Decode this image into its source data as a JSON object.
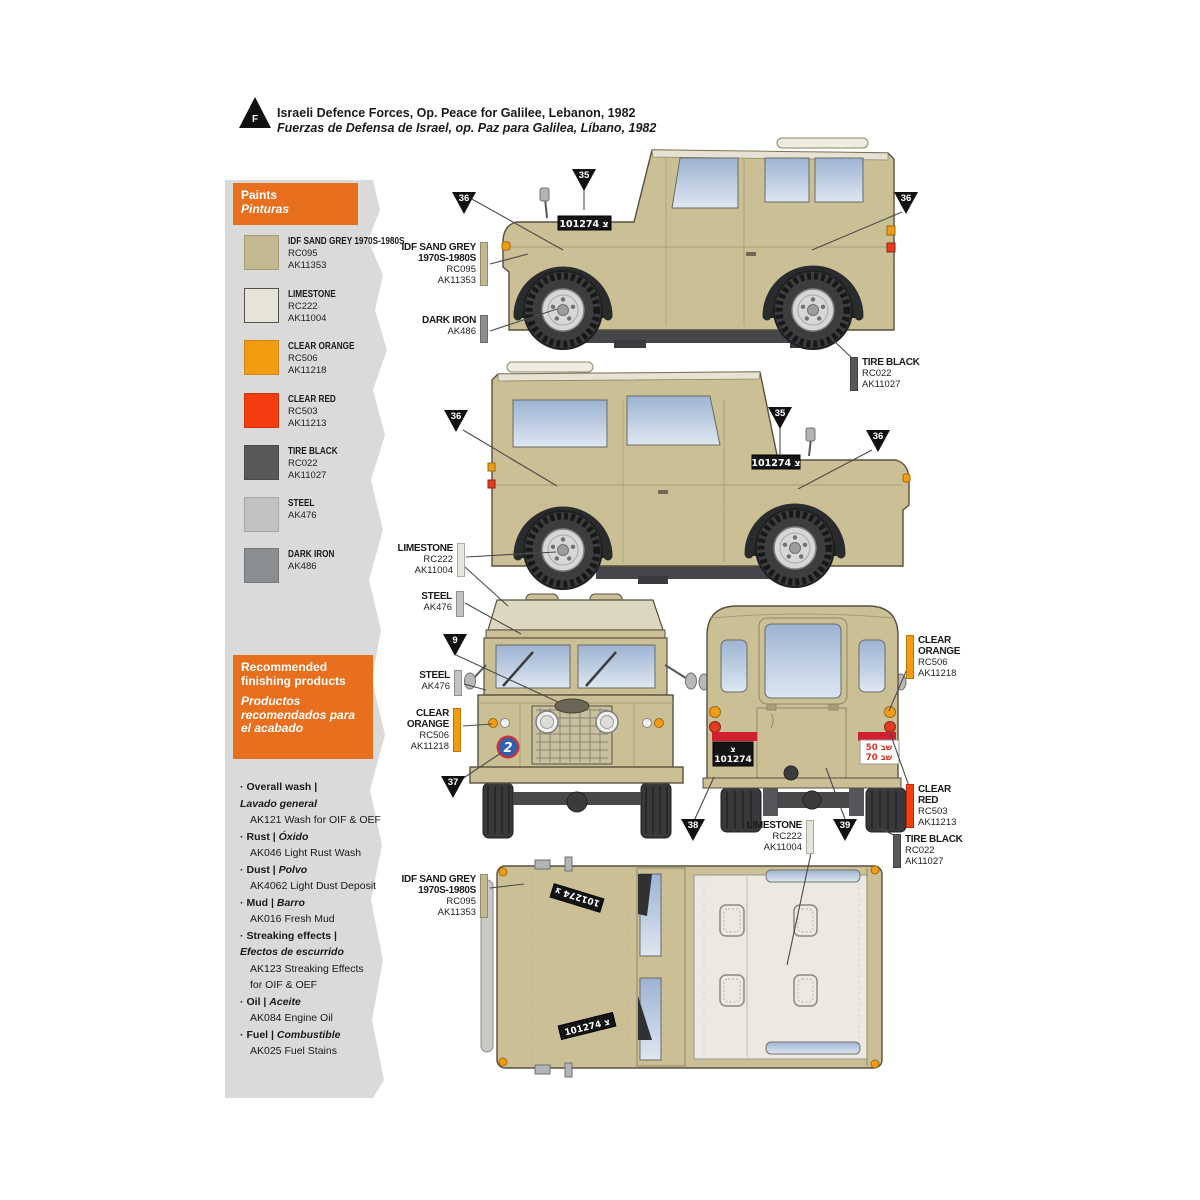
{
  "header": {
    "marker": "F",
    "title": "Israeli Defence Forces, Op. Peace for Galilee, Lebanon, 1982",
    "subtitle": "Fuerzas de Defensa de Israel, op. Paz para Galilea, Líbano, 1982"
  },
  "paints": {
    "title": "Paints",
    "title_es": "Pinturas",
    "items": [
      {
        "name": "IDF SAND GREY 1970S-1980S",
        "codes": [
          "RC095",
          "AK11353"
        ],
        "color": "#c3b890"
      },
      {
        "name": "LIMESTONE",
        "codes": [
          "RC222",
          "AK11004"
        ],
        "color": "#e6e3d9"
      },
      {
        "name": "CLEAR ORANGE",
        "codes": [
          "RC506",
          "AK11218"
        ],
        "color": "#f39c12"
      },
      {
        "name": "CLEAR RED",
        "codes": [
          "RC503",
          "AK11213"
        ],
        "color": "#f53d10"
      },
      {
        "name": "TIRE BLACK",
        "codes": [
          "RC022",
          "AK11027"
        ],
        "color": "#57585a"
      },
      {
        "name": "STEEL",
        "codes": [
          "AK476"
        ],
        "color": "#c0c2c4"
      },
      {
        "name": "DARK IRON",
        "codes": [
          "AK486"
        ],
        "color": "#8b8e91"
      }
    ]
  },
  "finishing": {
    "title": "Recommended finishing products",
    "title_es": "Productos recomendados para el acabado",
    "items": [
      {
        "en": "Overall wash |",
        "es": "Lavado general",
        "products": [
          "AK121 Wash for OIF & OEF"
        ]
      },
      {
        "en": "Rust |",
        "es": "Óxido",
        "products": [
          "AK046 Light Rust Wash"
        ]
      },
      {
        "en": "Dust |",
        "es": "Polvo",
        "products": [
          "AK4062 Light Dust Deposit"
        ]
      },
      {
        "en": "Mud |",
        "es": "Barro",
        "products": [
          "AK016 Fresh Mud"
        ]
      },
      {
        "en": "Streaking effects |",
        "es": "Efectos de escurrido",
        "products": [
          "AK123 Streaking Effects",
          "for OIF & OEF"
        ]
      },
      {
        "en": "Oil |",
        "es": "Aceite",
        "products": [
          "AK084 Engine Oil"
        ]
      },
      {
        "en": "Fuel |",
        "es": "Combustible",
        "products": [
          "AK025 Fuel Stains"
        ]
      }
    ]
  },
  "diagram": {
    "triangles": [
      "36",
      "35",
      "36",
      "36",
      "35",
      "36",
      "9",
      "37",
      "38",
      "39"
    ],
    "callouts": [
      {
        "name": [
          "IDF SAND GREY",
          "1970S-1980S"
        ],
        "codes": [
          "RC095",
          "AK11353"
        ],
        "color": "#c3b890"
      },
      {
        "name": [
          "DARK IRON"
        ],
        "codes": [
          "AK486"
        ],
        "color": "#8b8e91"
      },
      {
        "name": [
          "TIRE BLACK"
        ],
        "codes": [
          "RC022",
          "AK11027"
        ],
        "color": "#57585a"
      },
      {
        "name": [
          "LIMESTONE"
        ],
        "codes": [
          "RC222",
          "AK11004"
        ],
        "color": "#e6e3d9"
      },
      {
        "name": [
          "STEEL"
        ],
        "codes": [
          "AK476"
        ],
        "color": "#c0c2c4"
      },
      {
        "name": [
          "STEEL"
        ],
        "codes": [
          "AK476"
        ],
        "color": "#c0c2c4"
      },
      {
        "name": [
          "CLEAR",
          "ORANGE"
        ],
        "codes": [
          "RC506",
          "AK11218"
        ],
        "color": "#f39c12"
      },
      {
        "name": [
          "CLEAR",
          "ORANGE"
        ],
        "codes": [
          "RC506",
          "AK11218"
        ],
        "color": "#f39c12"
      },
      {
        "name": [
          "CLEAR",
          "RED"
        ],
        "codes": [
          "RC503",
          "AK11213"
        ],
        "color": "#f53d10"
      },
      {
        "name": [
          "TIRE BLACK"
        ],
        "codes": [
          "RC022",
          "AK11027"
        ],
        "color": "#57585a"
      },
      {
        "name": [
          "LIMESTONE"
        ],
        "codes": [
          "RC222",
          "AK11004"
        ],
        "color": "#e6e3d9"
      },
      {
        "name": [
          "IDF SAND GREY",
          "1970S-1980S"
        ],
        "codes": [
          "RC095",
          "AK11353"
        ],
        "color": "#c3b890"
      }
    ],
    "plates": {
      "side": "101274 צ",
      "rear_left_top": "צ",
      "rear_left_bottom": "101274",
      "rear_right_top": "50 שב",
      "rear_right_bottom": "70 שב"
    },
    "badge": "2"
  }
}
